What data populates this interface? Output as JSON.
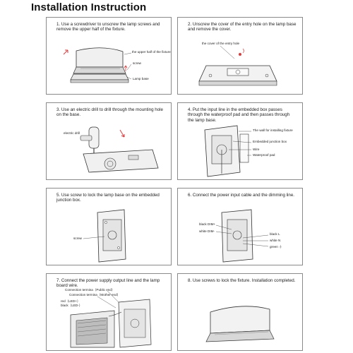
{
  "title": "Installation Instruction",
  "steps": [
    {
      "text": "1. Use a screwdriver to unscrew the lamp screws and remove the upper half of the fixture.",
      "labels": {
        "upper_half": "the upper half of the fixture",
        "screw": "screw",
        "lamp_base": "Lamp base"
      }
    },
    {
      "text": "2. Unscrew the cover of the entry hole on the lamp base and remove the cover.",
      "labels": {
        "cover": "the cover of the entry hole"
      }
    },
    {
      "text": "3. Use an electric drill to drill through the mounting hole on the base.",
      "labels": {
        "drill": "electric drill"
      }
    },
    {
      "text": "4. Put the input line in the embedded box passes through the waterproof pad and then passes through the lamp base.",
      "labels": {
        "wall": "The wall for installing fixture",
        "junction_box": "Embedded junction box",
        "wire": "Wire",
        "pad": "Waterproof pad"
      }
    },
    {
      "text": "5. Use screw to lock the lamp base on the embedded junction box.",
      "labels": {
        "screw": "screw"
      }
    },
    {
      "text": "6. Connect the power input cable and the dimming line.",
      "labels": {
        "black_dim": "black DIM+",
        "white_dim": "white DIM-",
        "black_l": "black L",
        "white_n": "white N",
        "green": "green ⏚"
      }
    },
    {
      "text": "7. Connect the power supply output line and the lamp board wire.",
      "labels": {
        "term_public": "Connection termina（Public end）",
        "term_mother": "Connection termina（Mother end）",
        "red": "red（LED+）",
        "black": "black（LED-）"
      }
    },
    {
      "text": "8. Use screws to lock the fixture. Installation completed.",
      "labels": {}
    }
  ]
}
